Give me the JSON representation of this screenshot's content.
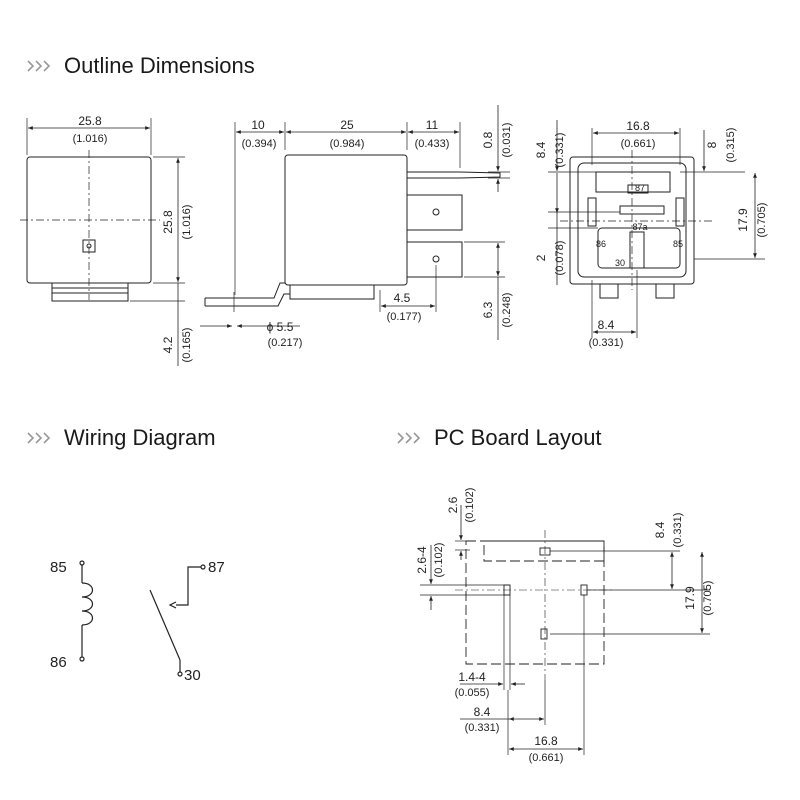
{
  "sections": {
    "outline": "Outline Dimensions",
    "wiring": "Wiring Diagram",
    "pcb": "PC Board Layout"
  },
  "front_view": {
    "width": "25.8",
    "width_in": "(1.016)",
    "height": "25.8",
    "height_in": "(1.016)",
    "base": "4.2",
    "base_in": "(0.165)"
  },
  "side_view": {
    "d1": "10",
    "d1_in": "(0.394)",
    "d2": "25",
    "d2_in": "(0.984)",
    "d3": "11",
    "d3_in": "(0.433)",
    "t": "0.8",
    "t_in": "(0.031)",
    "hole": "ϕ 5.5",
    "hole_in": "(0.217)",
    "d4": "4.5",
    "d4_in": "(0.177)",
    "d5": "6.3",
    "d5_in": "(0.248)"
  },
  "bottom_view": {
    "top": "16.8",
    "top_in": "(0.661)",
    "left": "8.4",
    "left_in": "(0.331)",
    "right": "8",
    "right_in": "(0.315)",
    "span": "17.9",
    "span_in": "(0.705)",
    "gap": "2",
    "gap_in": "(0.078)",
    "bottom": "8.4",
    "bottom_in": "(0.331)",
    "pins": [
      "87",
      "87a",
      "86",
      "85",
      "30"
    ]
  },
  "wiring": {
    "pins": [
      "85",
      "86",
      "87",
      "30"
    ]
  },
  "pcb": {
    "d1": "2.6",
    "d1_in": "(0.102)",
    "d2": "2.6-4",
    "d2_in": "(0.102)",
    "d3": "8.4",
    "d3_in": "(0.331)",
    "d4": "17.9",
    "d4_in": "(0.705)",
    "d5": "1.4-4",
    "d5_in": "(0.055)",
    "d6": "8.4",
    "d6_in": "(0.331)",
    "d7": "16.8",
    "d7_in": "(0.661)"
  }
}
